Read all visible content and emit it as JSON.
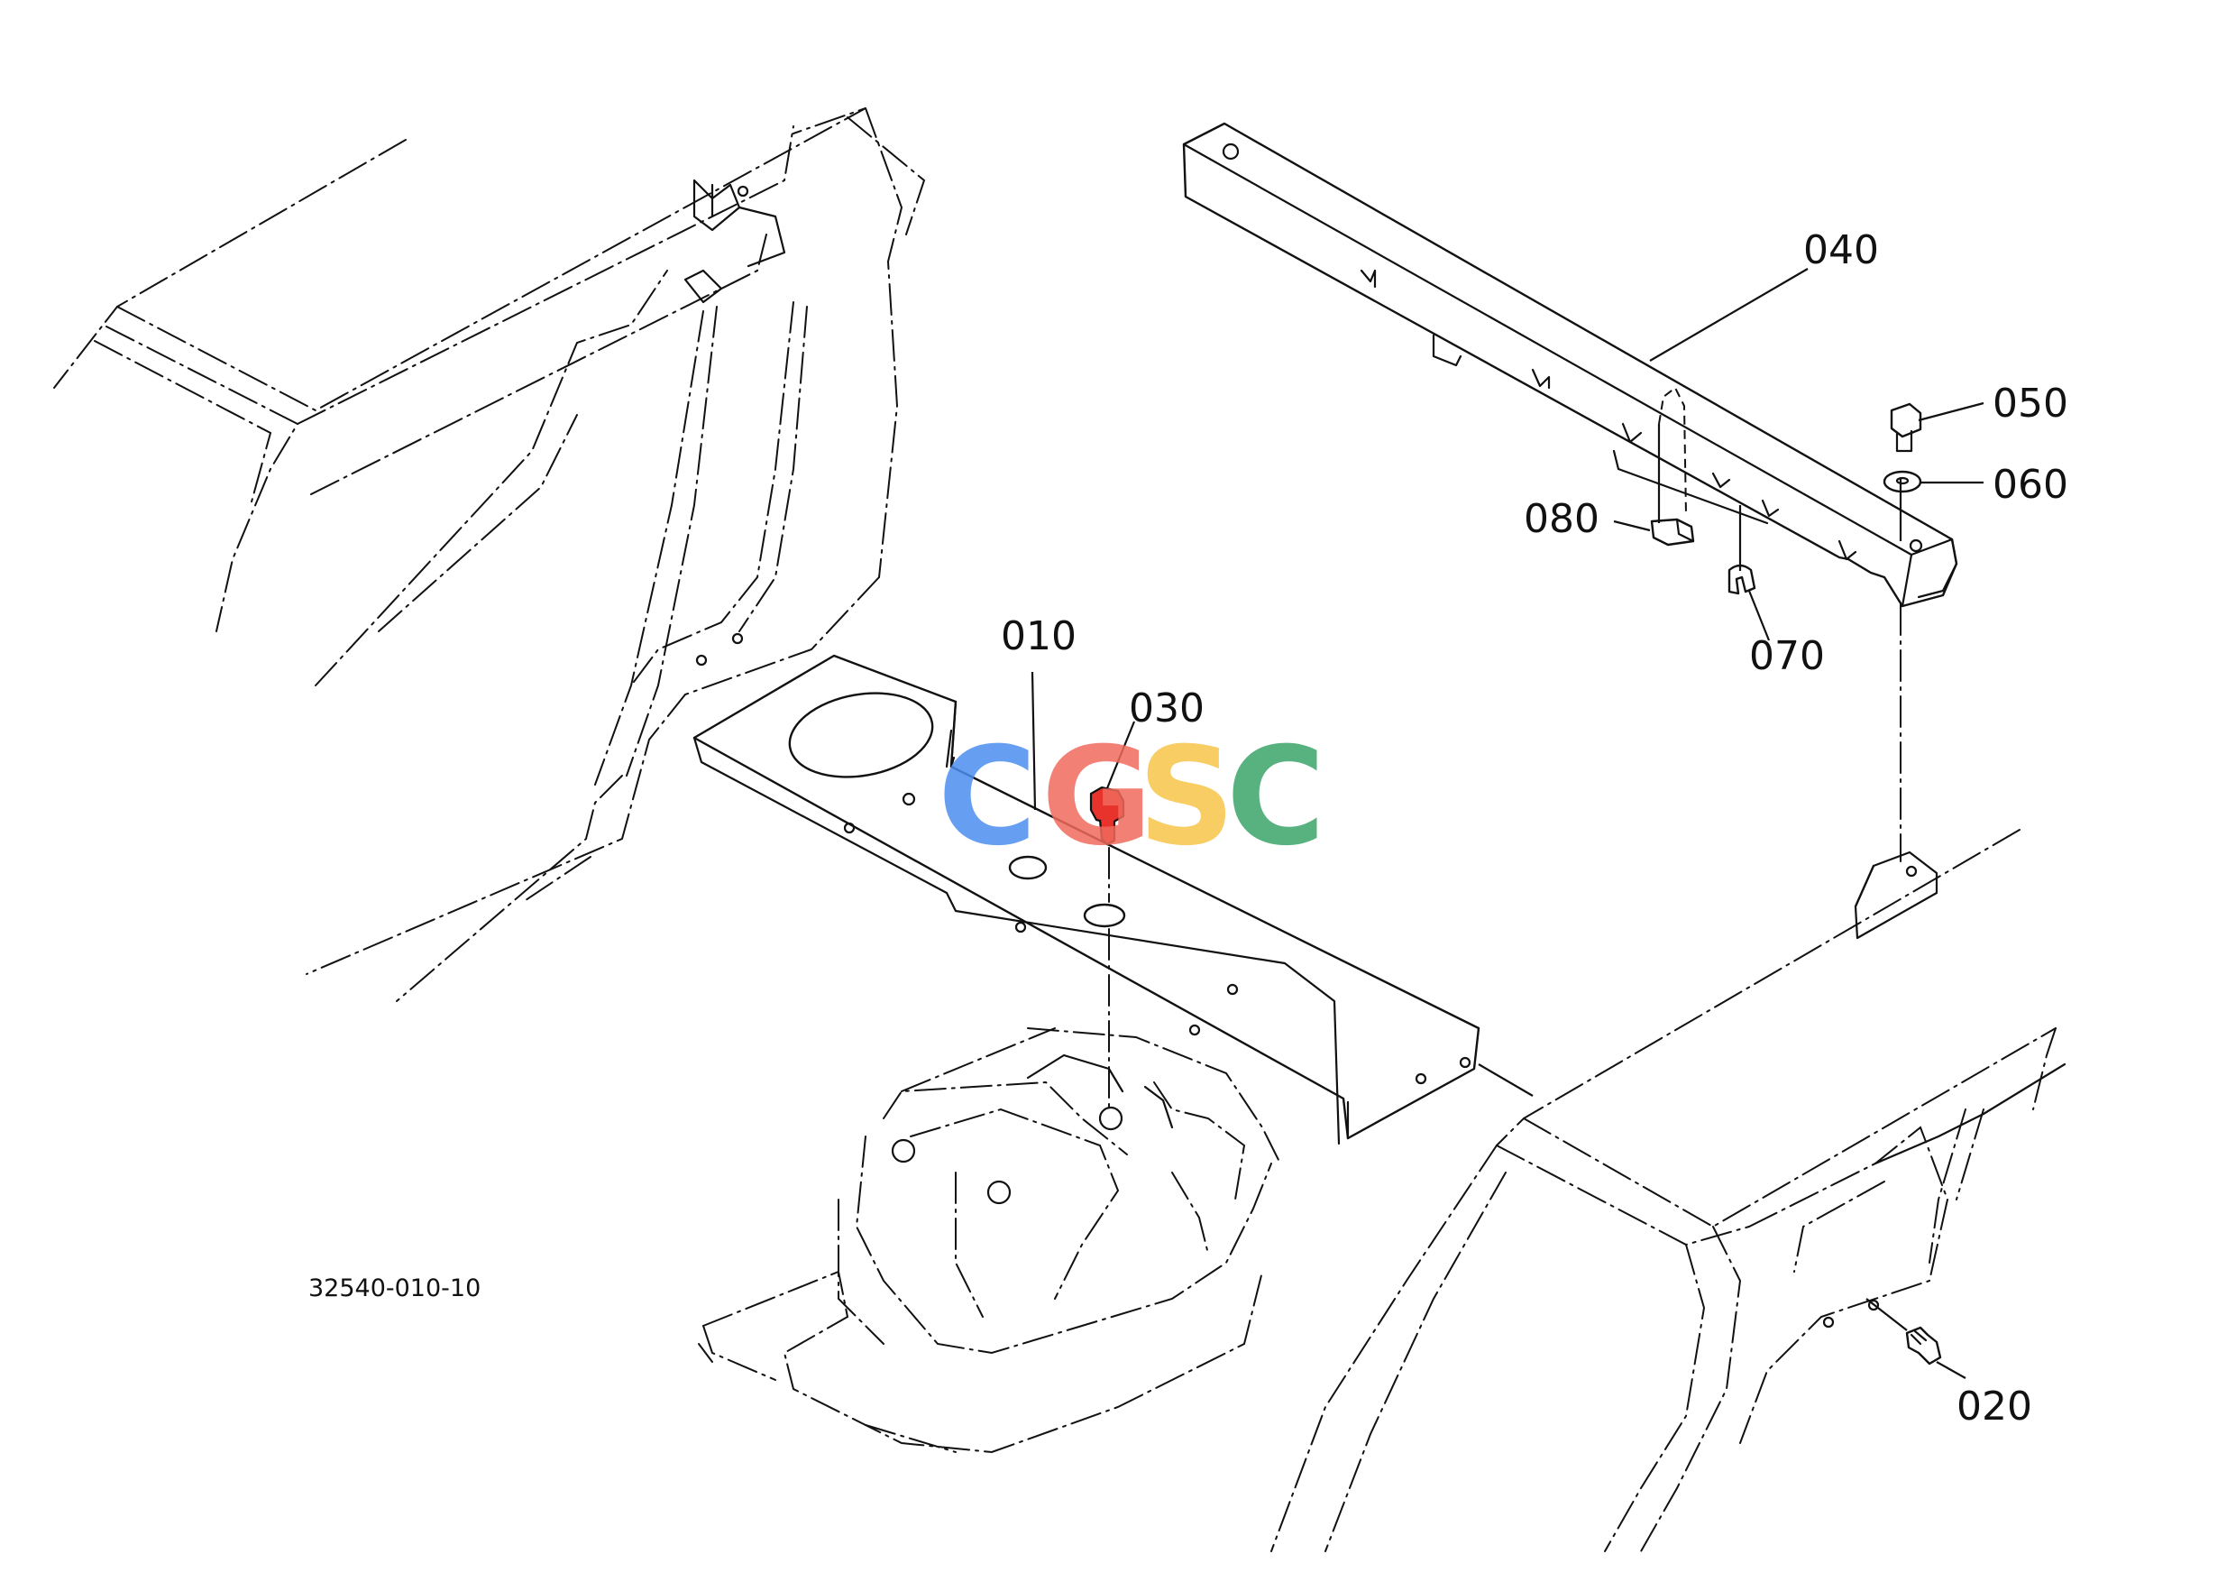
{
  "diagram": {
    "drawing_number": "32540-010-10",
    "callouts": {
      "p010": "010",
      "p020": "020",
      "p030": "030",
      "p040": "040",
      "p050": "050",
      "p060": "060",
      "p070": "070",
      "p080": "080"
    },
    "highlighted_part": "030",
    "highlight_color": "#e8332c"
  },
  "watermark": {
    "letters": [
      "C",
      "G",
      "S",
      "C"
    ],
    "colors": [
      "#4c8ef0",
      "#f06a5c",
      "#f6c54a",
      "#3aa56a"
    ]
  }
}
